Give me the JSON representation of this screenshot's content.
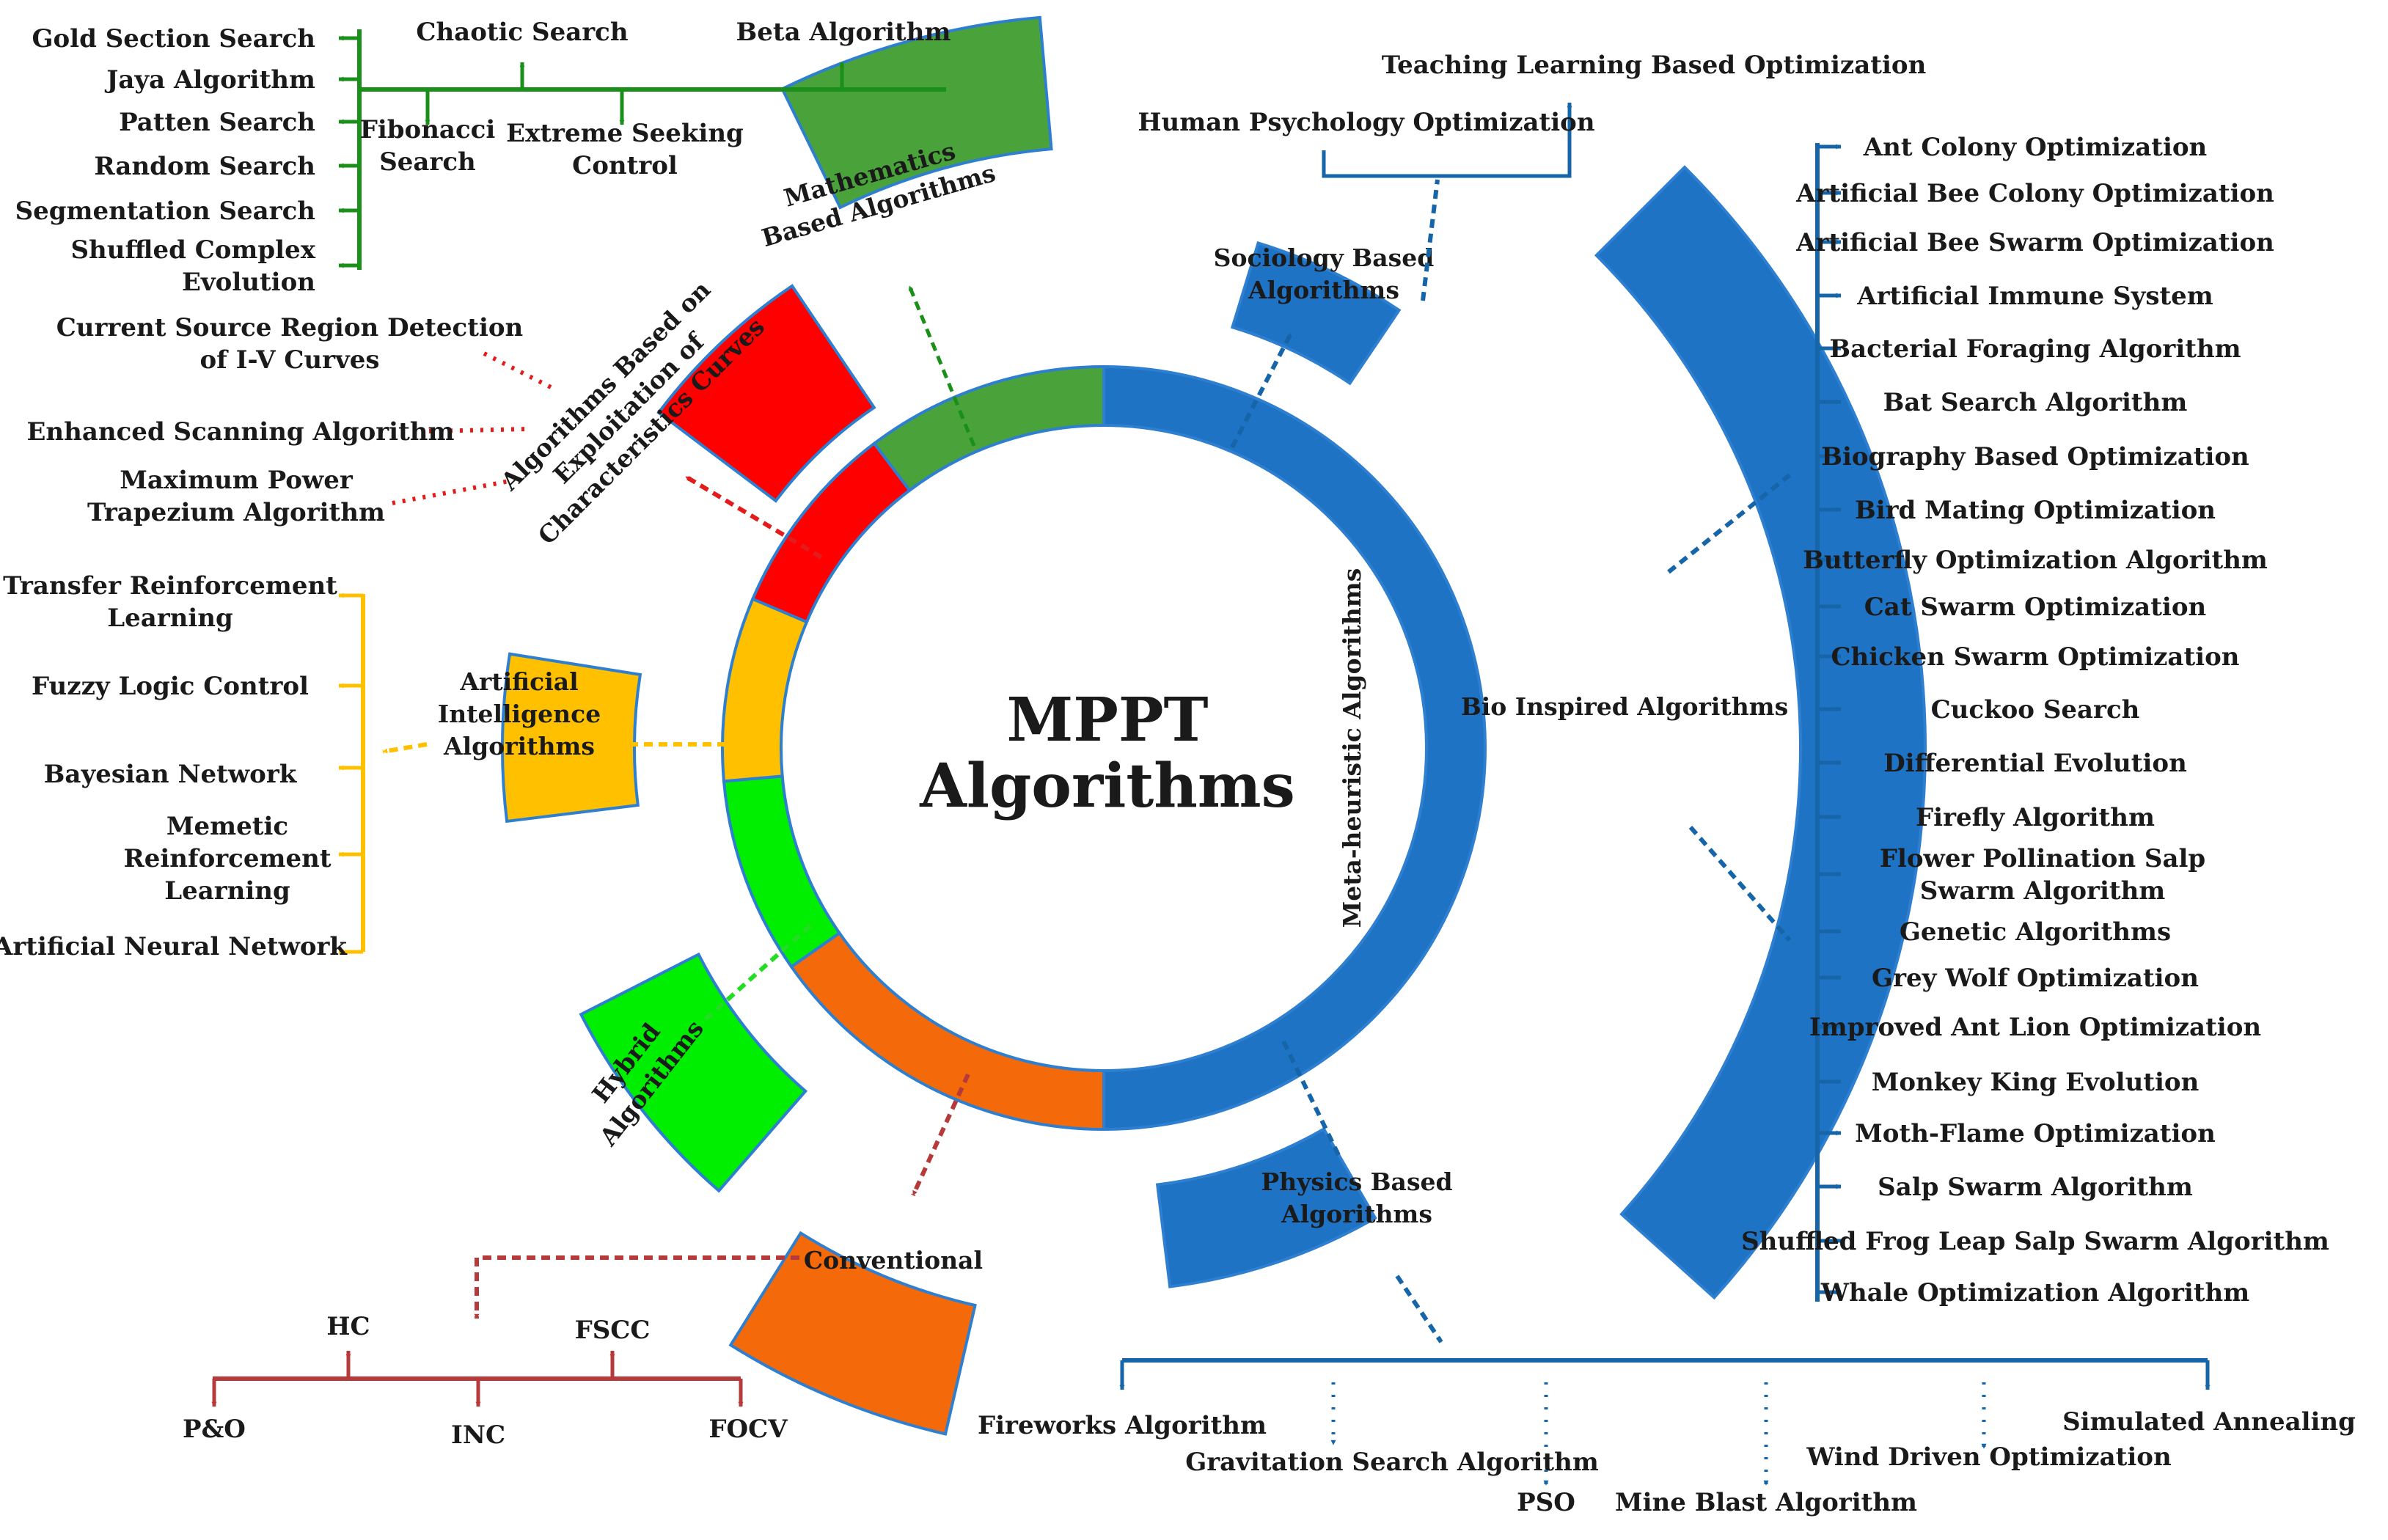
{
  "center": {
    "line1": "MPPT",
    "line2": "Algorithms"
  },
  "colors": {
    "blue": "#1e73c4",
    "green_dark": "#4aa23a",
    "red": "#ff0000",
    "yellow": "#ffc000",
    "green_bright": "#00ee00",
    "orange": "#f46a0a",
    "line_green": "#1a8f1a",
    "line_red": "#e41b1b",
    "line_yellow": "#ffc000",
    "line_brown": "#b63a3a",
    "line_blue": "#1565a8",
    "ring_edge": "#2f7fd0"
  },
  "ring_label": "Meta-heuristic Algorithms",
  "mathematics": {
    "segment_label": [
      "Mathematics",
      "Based Algorithms"
    ],
    "top_items": [
      "Chaotic Search",
      "Beta Algorithm"
    ],
    "under_items": [
      [
        "Fibonacci",
        "Search"
      ],
      [
        "Extreme Seeking",
        "Control"
      ]
    ],
    "left_items": [
      [
        "Gold Section Search"
      ],
      [
        "Jaya Algorithm"
      ],
      [
        "Patten Search"
      ],
      [
        "Random Search"
      ],
      [
        "Segmentation Search"
      ],
      [
        "Shuffled Complex",
        "Evolution"
      ]
    ]
  },
  "characteristics": {
    "segment_label": [
      "Algorithms Based on",
      "Exploitation of",
      "Characteristics Curves"
    ],
    "items": [
      [
        "Current Source Region Detection",
        "of I-V Curves"
      ],
      [
        "Enhanced Scanning Algorithm"
      ],
      [
        "Maximum Power",
        "Trapezium Algorithm"
      ]
    ]
  },
  "ai": {
    "segment_label": [
      "Artificial",
      "Intelligence",
      "Algorithms"
    ],
    "items": [
      [
        "Transfer Reinforcement",
        "Learning"
      ],
      [
        "Fuzzy Logic Control"
      ],
      [
        "Bayesian Network"
      ],
      [
        "Memetic",
        "Reinforcement",
        "Learning"
      ],
      [
        "Artificial Neural Network"
      ]
    ]
  },
  "hybrid": {
    "segment_label": [
      "Hybrid",
      "Algorithms"
    ]
  },
  "conventional": {
    "segment_label": "Conventional",
    "top_items": [
      "HC",
      "FSCC"
    ],
    "bottom_items": [
      "P&O",
      "INC",
      "FOCV"
    ]
  },
  "sociology": {
    "segment_label": [
      "Sociology Based",
      "Algorithms"
    ],
    "items": [
      "Teaching Learning Based Optimization",
      "Human Psychology Optimization"
    ]
  },
  "bio": {
    "segment_label": "Bio Inspired Algorithms",
    "items": [
      [
        "Ant Colony Optimization"
      ],
      [
        "Artificial Bee Colony Optimization"
      ],
      [
        "Artificial Bee Swarm Optimization"
      ],
      [
        "Artificial Immune System"
      ],
      [
        "Bacterial Foraging Algorithm"
      ],
      [
        "Bat Search Algorithm"
      ],
      [
        "Biography Based Optimization"
      ],
      [
        "Bird Mating Optimization"
      ],
      [
        "Butterfly Optimization Algorithm"
      ],
      [
        "Cat Swarm Optimization"
      ],
      [
        "Chicken Swarm Optimization"
      ],
      [
        "Cuckoo Search"
      ],
      [
        "Differential Evolution"
      ],
      [
        "Firefly Algorithm"
      ],
      [
        "Flower Pollination Salp",
        "Swarm Algorithm"
      ],
      [
        "Genetic Algorithms"
      ],
      [
        "Grey Wolf Optimization"
      ],
      [
        "Improved Ant Lion Optimization"
      ],
      [
        "Monkey King Evolution"
      ],
      [
        "Moth-Flame Optimization"
      ],
      [
        "Salp Swarm Algorithm"
      ],
      [
        "Shuffled Frog Leap Salp Swarm Algorithm"
      ],
      [
        "Whale Optimization Algorithm"
      ]
    ]
  },
  "physics": {
    "segment_label": [
      "Physics Based",
      "Algorithms"
    ],
    "items": [
      "Fireworks Algorithm",
      "Gravitation Search Algorithm",
      "PSO",
      "Mine Blast Algorithm",
      "Wind Driven Optimization",
      "Simulated Annealing"
    ]
  }
}
